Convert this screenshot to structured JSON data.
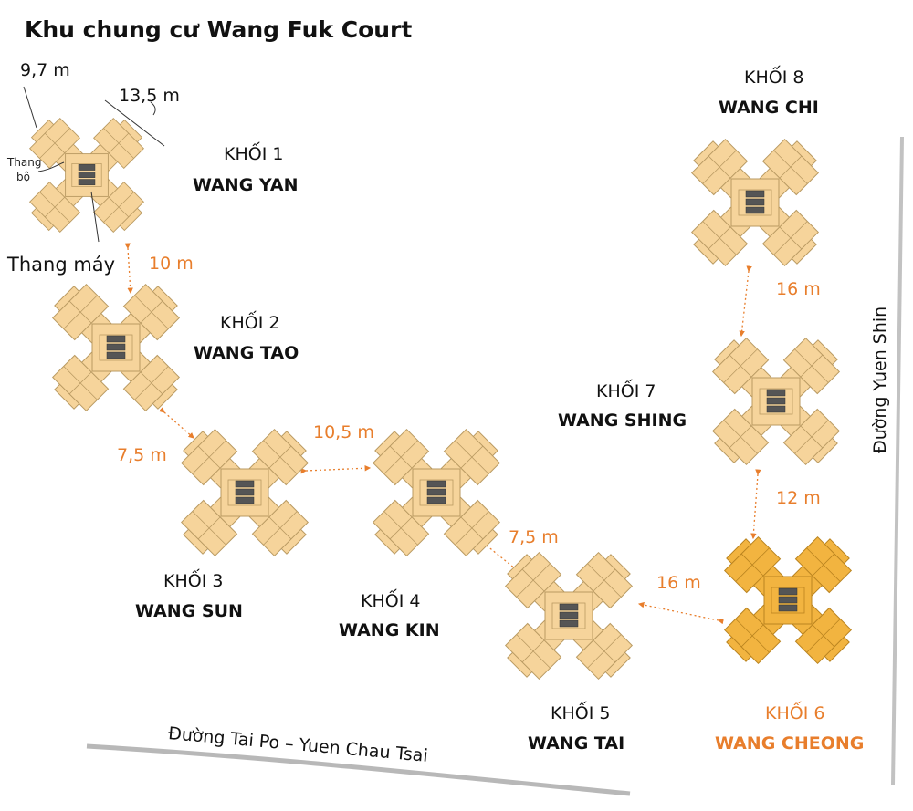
{
  "title": "Khu chung cư Wang Fuk Court",
  "colors": {
    "tower": "#f6d49b",
    "tower_highlight": "#f2b440",
    "accent": "#e87e2c",
    "road": "#8a8a8a"
  },
  "annotations": {
    "width_small": "9,7 m",
    "width_large": "13,5 m",
    "stairs_line1": "Thang",
    "stairs_line2": "bộ",
    "elevator": "Thang máy"
  },
  "blocks": [
    {
      "number": "KHỐI 1",
      "name": "WANG YAN",
      "highlight": false
    },
    {
      "number": "KHỐI 2",
      "name": "WANG TAO",
      "highlight": false
    },
    {
      "number": "KHỐI 3",
      "name": "WANG SUN",
      "highlight": false
    },
    {
      "number": "KHỐI 4",
      "name": "WANG KIN",
      "highlight": false
    },
    {
      "number": "KHỐI 5",
      "name": "WANG TAI",
      "highlight": false
    },
    {
      "number": "KHỐI 6",
      "name": "WANG CHEONG",
      "highlight": true
    },
    {
      "number": "KHỐI 7",
      "name": "WANG SHING",
      "highlight": false
    },
    {
      "number": "KHỐI 8",
      "name": "WANG CHI",
      "highlight": false
    }
  ],
  "distances": [
    "10 m",
    "7,5 m",
    "10,5 m",
    "7,5 m",
    "16 m",
    "12 m",
    "16 m"
  ],
  "roads": {
    "south": "Đường Tai Po – Yuen Chau Tsai",
    "east": "Đường Yuen Shin"
  }
}
